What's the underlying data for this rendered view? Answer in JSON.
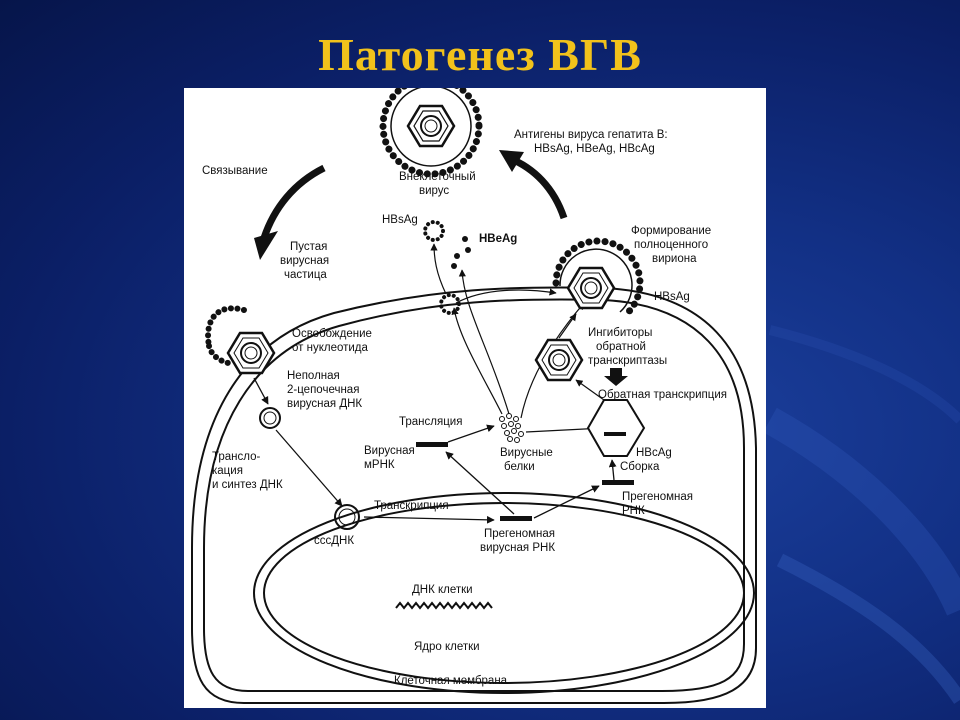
{
  "slide": {
    "title": "Патогенез ВГВ"
  },
  "diagram": {
    "labels": {
      "binding": "Связывание",
      "extracellular_1": "Внеклеточный",
      "extracellular_2": "вирус",
      "antigens_1": "Антигены вируса гепатита В:",
      "antigens_2": "HBsAg, HBeAg, HBcAg",
      "empty_1": "Пустая",
      "empty_2": "вирусная",
      "empty_3": "частица",
      "hbsag_top": "HBsAg",
      "hbeag_top": "HBeAg",
      "forming_1": "Формирование",
      "forming_2": "полноценного",
      "forming_3": "вириона",
      "hbsag_right": "HBsAg",
      "release_1": "Освобождение",
      "release_2": "от нуклеотида",
      "incomplete_1": "Неполная",
      "incomplete_2": "2-цепочечная",
      "incomplete_3": "вирусная ДНК",
      "inhib_1": "Ингибиторы",
      "inhib_2": "обратной",
      "inhib_3": "транскриптазы",
      "reverse_tr": "Обратная транскрипция",
      "translation": "Трансляция",
      "viral_mrna_1": "Вирусная",
      "viral_mrna_2": "мРНК",
      "viral_prot_1": "Вирусные",
      "viral_prot_2": "белки",
      "hbcag": "HBcAg",
      "assembly": "Сборка",
      "transloc_1": "Трансло-",
      "transloc_2": "кация",
      "transloc_3": "и синтез ДНК",
      "transcription": "Транскрипция",
      "pregenomic_rna_1": "Прегеномная",
      "pregenomic_rna_2": "РНК",
      "cccdna": "cccДНК",
      "pregenomic_viral_1": "Прегеномная",
      "pregenomic_viral_2": "вирусная РНК",
      "cell_dna": "ДНК клетки",
      "nucleus": "Ядро клетки",
      "membrane": "Клеточная мембрана"
    }
  }
}
